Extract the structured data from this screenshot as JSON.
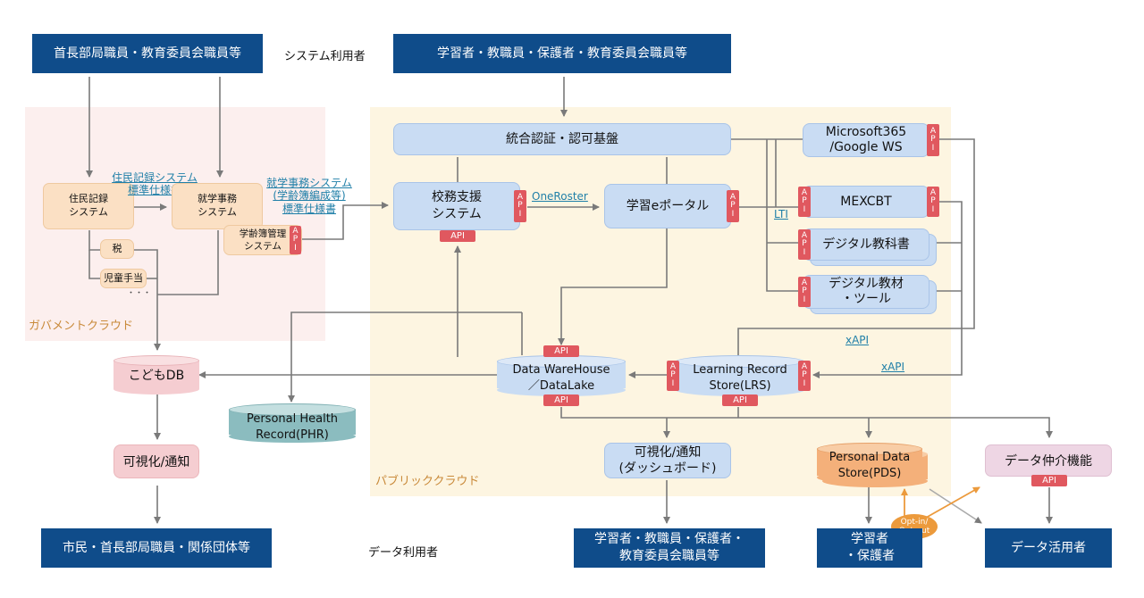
{
  "top_users": {
    "left": "首長部局職員・教育委員会職員等",
    "caption": "システム利用者",
    "right": "学習者・教職員・保護者・教育委員会職員等"
  },
  "gov_cloud": {
    "label": "ガバメントクラウド",
    "resident_system": [
      "住民記録",
      "システム"
    ],
    "school_affairs": [
      "就学事務",
      "システム"
    ],
    "roster_system": [
      "学齢簿管理",
      "システム"
    ],
    "tax": "税",
    "child_allowance": "児童手当",
    "ellipsis": "・・・",
    "link_resident_spec": [
      "住民記録システム",
      "標準仕様書"
    ],
    "link_school_spec": [
      "就学事務システム",
      "(学齢簿編成等)",
      "標準仕様書"
    ],
    "kodomo_db": "こどもDB",
    "visualize": "可視化/通知"
  },
  "public_cloud": {
    "label": "パブリッククラウド",
    "auth": "統合認証・認可基盤",
    "school_support": [
      "校務支援",
      "システム"
    ],
    "portal": "学習eポータル",
    "oneroster": "OneRoster",
    "ms365": [
      "Microsoft365",
      "/Google WS"
    ],
    "mexcbt": "MEXCBT",
    "textbook": "デジタル教科書",
    "material": [
      "デジタル教材",
      "・ツール"
    ],
    "lti": "LTI",
    "xapi1": "xAPI",
    "xapi2": "xAPI",
    "dwh": [
      "Data WareHouse",
      "／DataLake"
    ],
    "lrs": [
      "Learning Record",
      "Store(LRS)"
    ],
    "phr": [
      "Personal Health",
      "Record(PHR)"
    ],
    "dashboard": [
      "可視化/通知",
      "(ダッシュボード)"
    ],
    "pds": [
      "Personal Data",
      "Store(PDS)"
    ],
    "broker": "データ仲介機能",
    "optin": [
      "Opt-in/",
      "Opt-out"
    ],
    "api": "API",
    "api_letters": [
      "A",
      "P",
      "I"
    ]
  },
  "bottom_users": {
    "citizens": "市民・首長部局職員・関係団体等",
    "caption": "データ利用者",
    "learners": [
      "学習者・教職員・保護者・",
      "教育委員会職員等"
    ],
    "guardians": [
      "学習者",
      "・保護者"
    ],
    "data_users": "データ活用者"
  },
  "colors": {
    "navy": "#0f4c8a",
    "gov_bg": "#fcefee",
    "public_bg": "#fdf5e1",
    "blue_box": "#c9dcf3",
    "peach_box": "#fbe0c4",
    "pink_box": "#f5cdd1",
    "api_badge": "#e0585f",
    "optin": "#ec9a3c",
    "phr": "#8bbcbf",
    "pds": "#f4b07a",
    "link": "#1f7fa8"
  }
}
